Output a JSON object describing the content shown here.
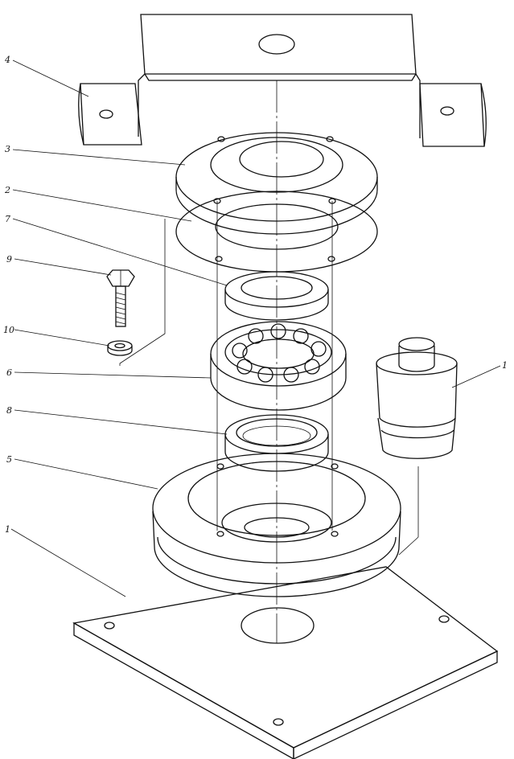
{
  "callouts": [
    {
      "id": "c4",
      "text": "4"
    },
    {
      "id": "c3",
      "text": "3"
    },
    {
      "id": "c2",
      "text": "2"
    },
    {
      "id": "c7",
      "text": "7"
    },
    {
      "id": "c9",
      "text": "9"
    },
    {
      "id": "c10",
      "text": "10"
    },
    {
      "id": "c6",
      "text": "6"
    },
    {
      "id": "c8",
      "text": "8"
    },
    {
      "id": "c5",
      "text": "5"
    },
    {
      "id": "c1a",
      "text": "1"
    },
    {
      "id": "c1b",
      "text": "1"
    }
  ],
  "colors": {
    "ink": "#111111",
    "paper": "#ffffff"
  }
}
